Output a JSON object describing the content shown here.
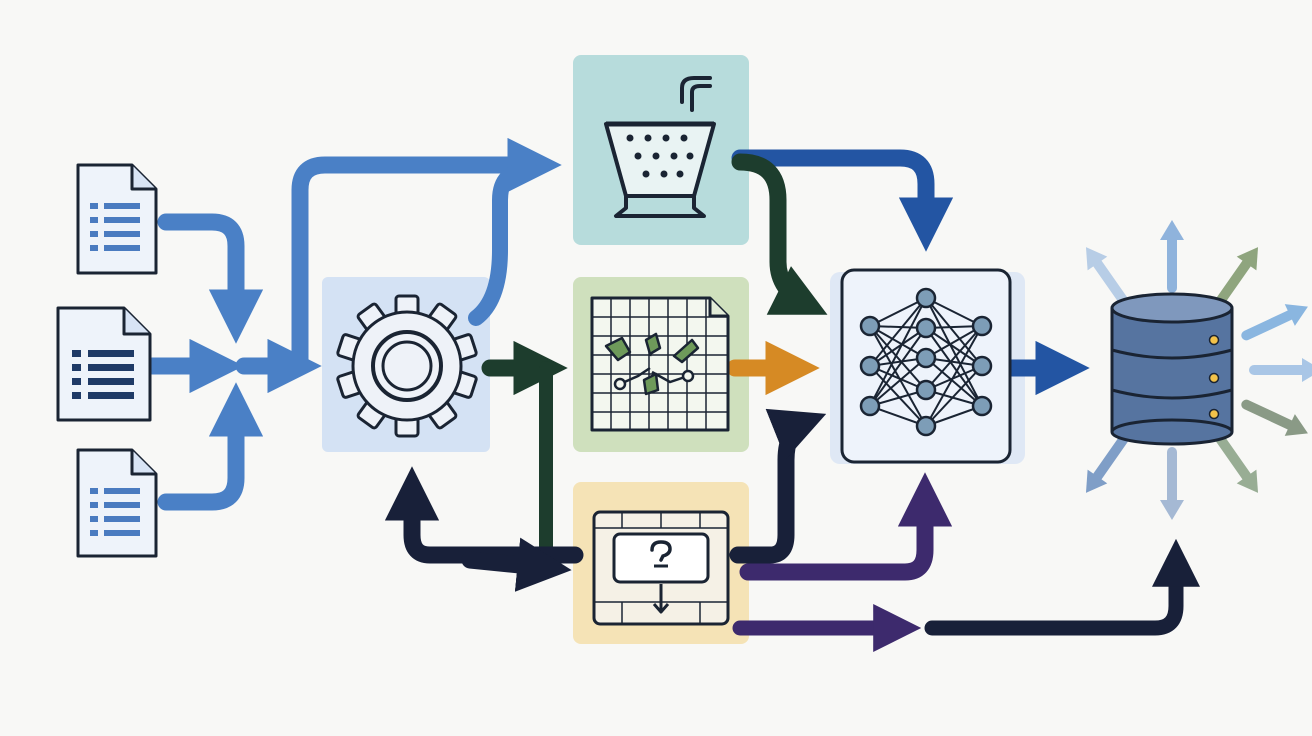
{
  "diagram": {
    "palette": {
      "background": "#f8f8f6",
      "document_fill": "#eef3fa",
      "document_line": "#4a7bc0",
      "outline": "#1a2433",
      "processing_tile": "#d4e2f4",
      "filter_tile": "#b7dcdc",
      "analysis_tile": "#cfe0bd",
      "decision_tile": "#f5e3b6",
      "model_tile": "#d8e4f5",
      "flow_blue": "#4a80c6",
      "flow_navy": "#2355a3",
      "flow_green": "#1d3d2d",
      "flow_orange": "#d68a24",
      "flow_dark": "#182039",
      "flow_purple": "#3d2a6d",
      "database_fill": "#5674a0",
      "database_light": "#7f98bd",
      "database_port": "#f2c24a",
      "node_fill": "#7d9db7"
    },
    "nodes": [
      {
        "id": "document-1",
        "icon": "document-icon"
      },
      {
        "id": "document-2",
        "icon": "document-icon"
      },
      {
        "id": "document-3",
        "icon": "document-icon"
      },
      {
        "id": "processing",
        "icon": "gear-icon"
      },
      {
        "id": "filter",
        "icon": "filter-basket-icon"
      },
      {
        "id": "analysis",
        "icon": "scatter-grid-icon"
      },
      {
        "id": "decision",
        "icon": "question-icon"
      },
      {
        "id": "model",
        "icon": "neural-network-icon"
      },
      {
        "id": "database",
        "icon": "database-icon"
      }
    ],
    "connections": [
      {
        "from": "document-1",
        "to": "merge",
        "color": "flow_blue"
      },
      {
        "from": "document-2",
        "to": "merge",
        "color": "flow_blue"
      },
      {
        "from": "document-3",
        "to": "merge",
        "color": "flow_blue"
      },
      {
        "from": "merge",
        "to": "processing",
        "color": "flow_blue"
      },
      {
        "from": "merge",
        "to": "filter",
        "color": "flow_blue"
      },
      {
        "from": "processing",
        "to": "filter",
        "color": "flow_blue"
      },
      {
        "from": "processing",
        "to": "analysis",
        "color": "flow_green"
      },
      {
        "from": "processing",
        "to": "decision",
        "color": "flow_green"
      },
      {
        "from": "decision",
        "to": "processing",
        "color": "flow_dark"
      },
      {
        "from": "filter",
        "to": "model",
        "color": "flow_navy"
      },
      {
        "from": "filter",
        "to": "model",
        "color": "flow_green"
      },
      {
        "from": "analysis",
        "to": "model",
        "color": "flow_orange"
      },
      {
        "from": "decision",
        "to": "model",
        "color": "flow_dark"
      },
      {
        "from": "decision",
        "to": "model",
        "color": "flow_purple"
      },
      {
        "from": "decision",
        "to": "database",
        "color": "flow_purple"
      },
      {
        "from": "model",
        "to": "database",
        "color": "flow_navy"
      }
    ],
    "output_rays": {
      "count": 9,
      "colors": [
        "#8fb3dc",
        "#b7cde6",
        "#8fa57e",
        "#8ab6e0",
        "#a9c6e6",
        "#8a9a86",
        "#98ad94",
        "#a5b9d4",
        "#7f9ec7"
      ]
    }
  }
}
